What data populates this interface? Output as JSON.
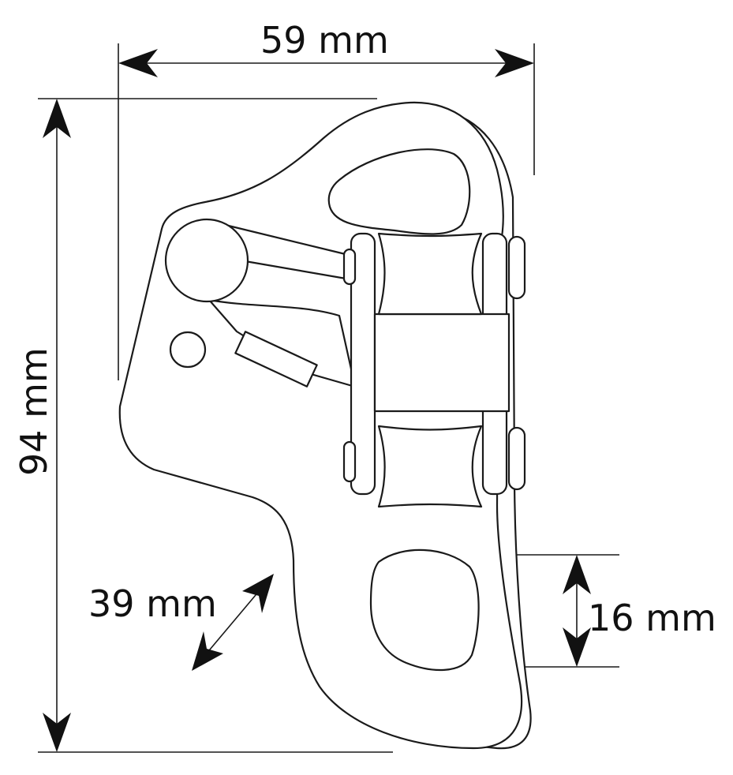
{
  "dimensions": {
    "width_label": "59 mm",
    "height_label": "94 mm",
    "rope_diameter_label": "39 mm",
    "hole_label": "16 mm"
  }
}
